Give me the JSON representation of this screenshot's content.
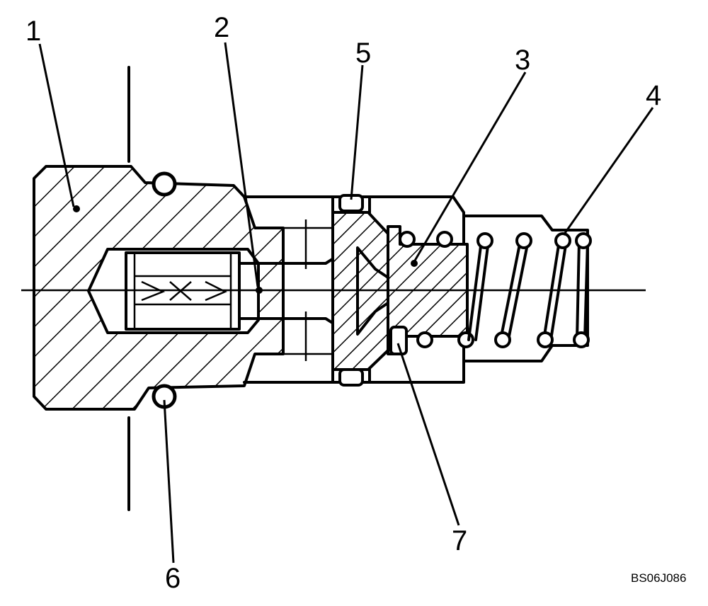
{
  "figure": {
    "callouts": [
      {
        "id": "1",
        "label": "1"
      },
      {
        "id": "2",
        "label": "2"
      },
      {
        "id": "3",
        "label": "3"
      },
      {
        "id": "4",
        "label": "4"
      },
      {
        "id": "5",
        "label": "5"
      },
      {
        "id": "6",
        "label": "6"
      },
      {
        "id": "7",
        "label": "7"
      }
    ],
    "reference_code": "BS06J086"
  }
}
